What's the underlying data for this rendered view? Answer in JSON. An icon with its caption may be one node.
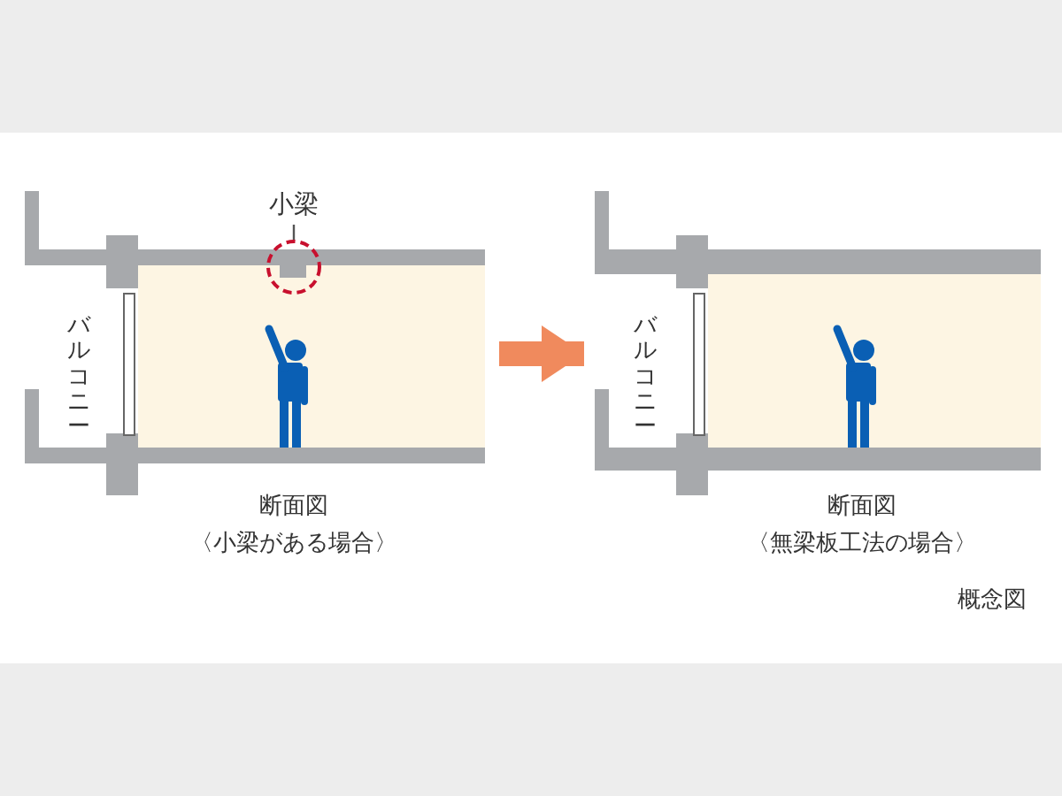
{
  "diagram": {
    "nodes": [
      {
        "text": [],
        "shape": "picture",
        "beside": [
          "断面図",
          "〈小梁がある場合〉"
        ]
      },
      {
        "text": [],
        "shape": "circle",
        "in": 0
      },
      {
        "text": [
          "小梁"
        ],
        "in": 0
      },
      {
        "text": [],
        "shape": "picture",
        "beside": [
          "断面図",
          "〈無梁板工法の場合〉"
        ]
      }
    ],
    "edges": [
      {
        "from": 0,
        "to": 3,
        "arrow": "to",
        "style": "thick",
        "color": "#f08a5d"
      },
      {
        "from": 2,
        "to": 1,
        "arrow": "none",
        "color": "#555555"
      }
    ],
    "labels": [
      "バルコニー",
      "バルコニー",
      "概念図"
    ]
  }
}
